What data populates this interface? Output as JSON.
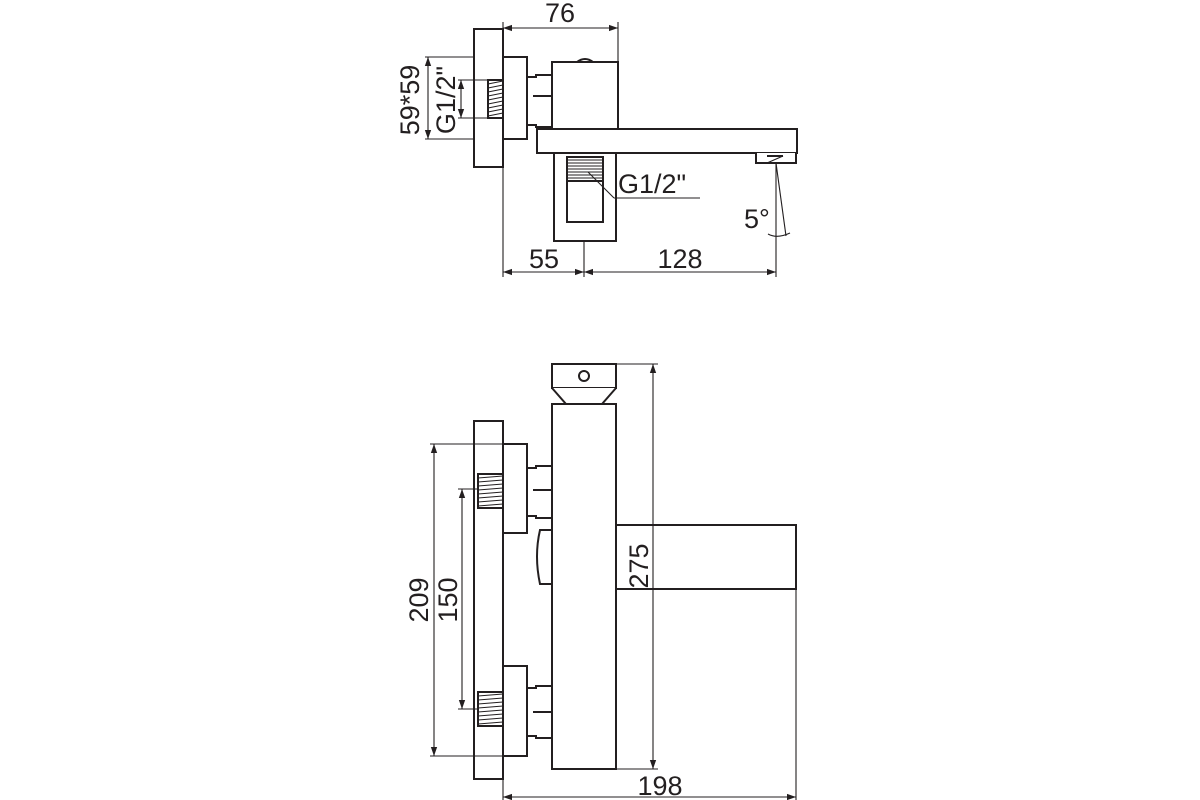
{
  "top_view": {
    "dim_width": "76",
    "dim_flange": "59*59",
    "dim_inlet_thread": "G1/2\"",
    "dim_outlet_thread": "G1/2\"",
    "dim_angle": "5°",
    "dim_depth": "55",
    "dim_reach": "128"
  },
  "front_view": {
    "dim_height": "275",
    "dim_outer_spacing": "209",
    "dim_center_spacing": "150",
    "dim_total_width": "198"
  }
}
